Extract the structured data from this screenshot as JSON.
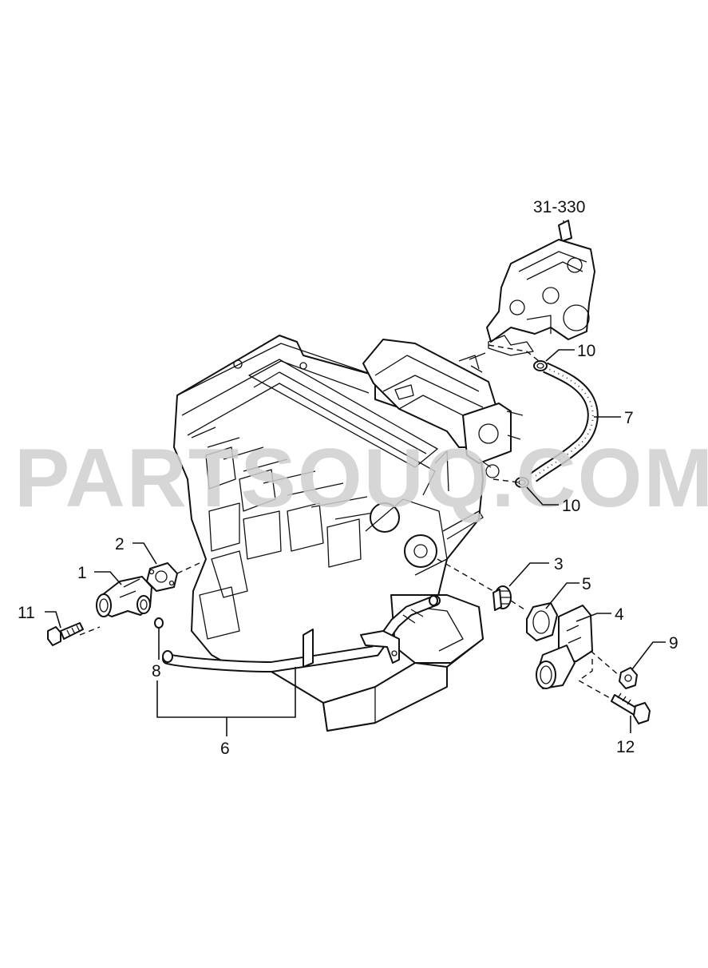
{
  "watermark": "PARTSOUQ.COM",
  "callouts": {
    "ref": "31-330",
    "c1": "1",
    "c2": "2",
    "c3": "3",
    "c4": "4",
    "c5": "5",
    "c6": "6",
    "c7": "7",
    "c8": "8",
    "c9": "9",
    "c10a": "10",
    "c10b": "10",
    "c11": "11",
    "c12": "12"
  }
}
